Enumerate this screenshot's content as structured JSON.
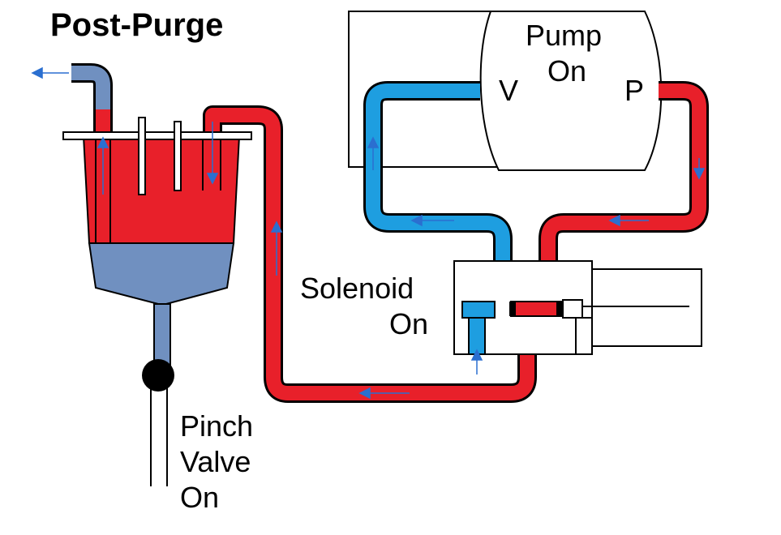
{
  "title": "Post-Purge",
  "pump": {
    "line1": "Pump",
    "line2": "On",
    "vacuum_port": "V",
    "pressure_port": "P"
  },
  "solenoid": {
    "line1": "Solenoid",
    "line2": "On"
  },
  "pinch_valve": {
    "line1": "Pinch",
    "line2": "Valve",
    "line3": "On"
  },
  "colors": {
    "pressure": "#e8202a",
    "vacuum": "#1e9ee0",
    "liquid": "#7090c0",
    "flow_arrow": "#2b6fd0",
    "outline": "#000000"
  }
}
